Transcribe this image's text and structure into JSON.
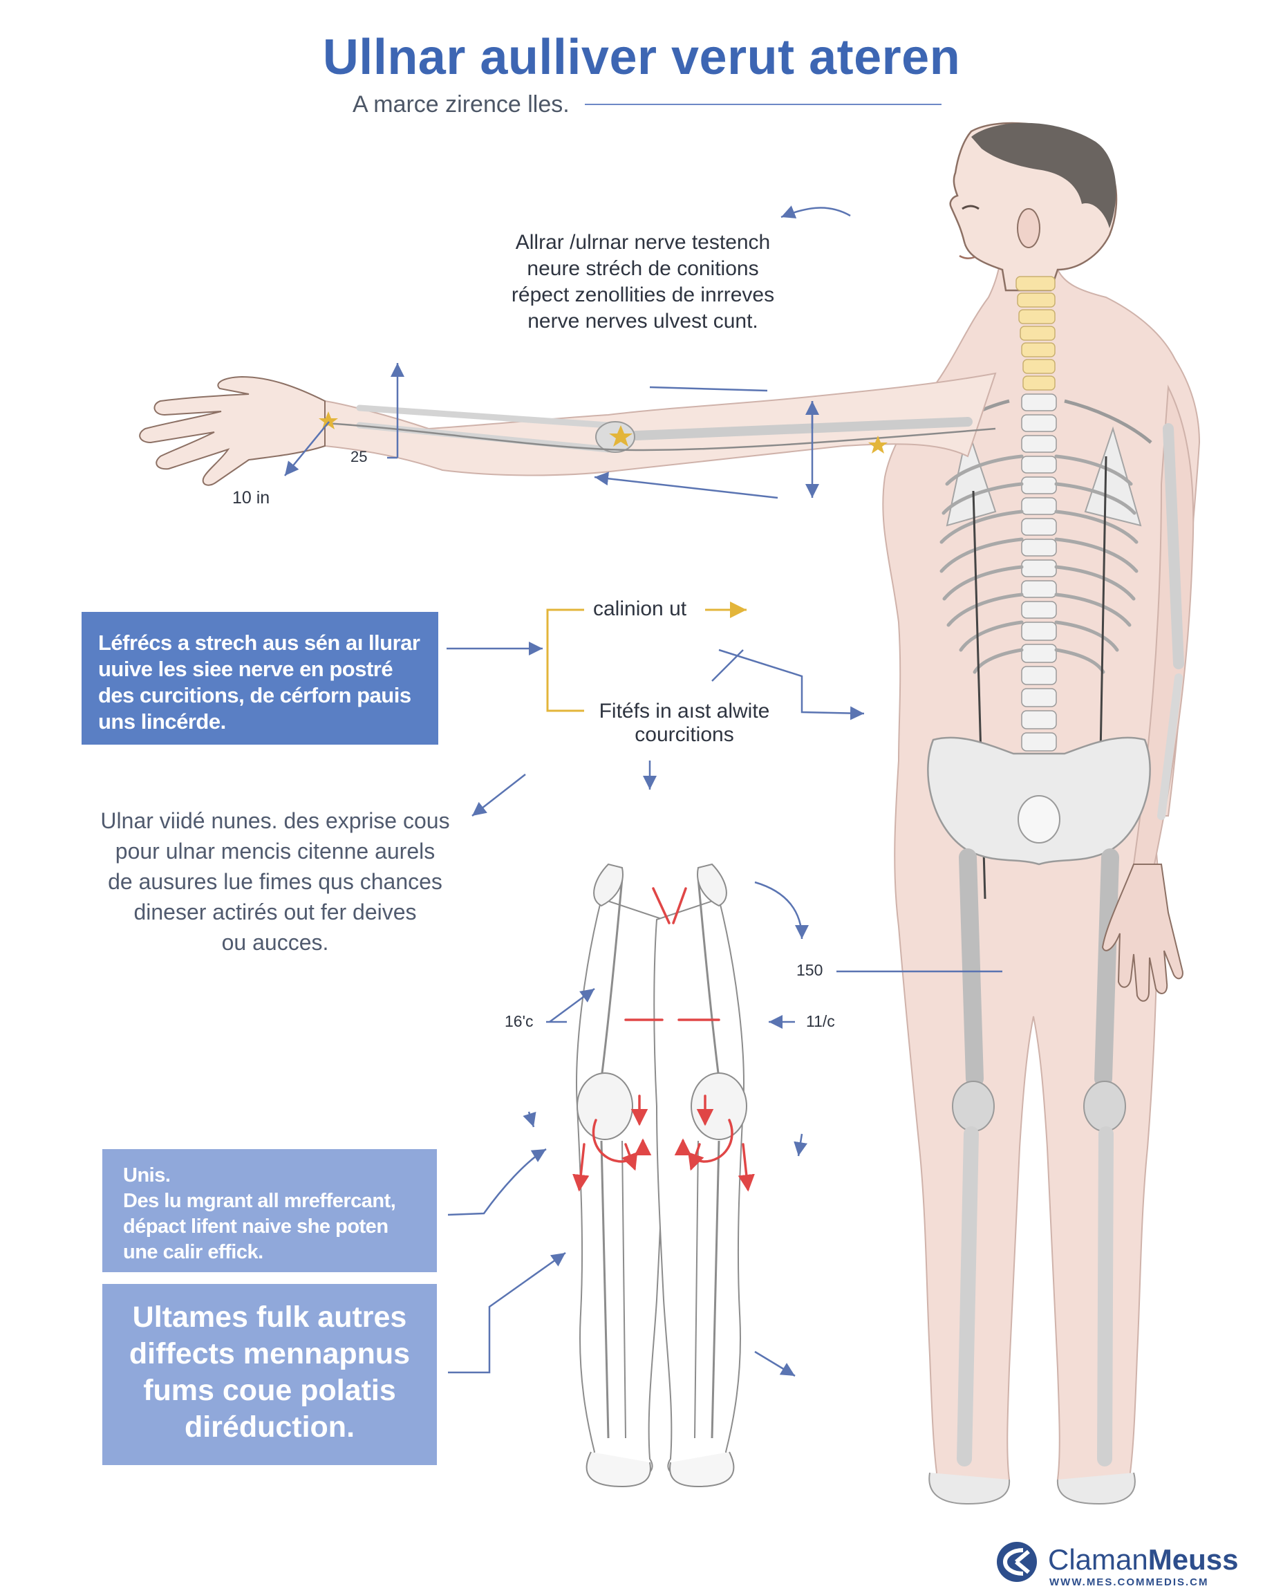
{
  "title": "Ullnar aulliver verut ateren",
  "subtitle": "A marce zirence lles.",
  "center_note": [
    "Allrar /ulrnar nerve testench",
    "neure stréch de conitions",
    "répect zenollities de inrreves",
    "nerve nerves ulvest cunt."
  ],
  "measurements": {
    "wrist": "10 in",
    "forearm": "25",
    "hip": "150",
    "left_thigh": "16'c",
    "right_thigh": "11/c"
  },
  "flow": {
    "top": "calinion ut",
    "bottom_line1": "Fitéfs in aıst alwite",
    "bottom_line2": "courcitions"
  },
  "box1_text": "Léfrécs a strech aus sén aı llurar uuive les siee nerve en postré des curcitions, de cérforn pauis uns lincérde.",
  "body_text": [
    "Ulnar viidé nunes. des exprise cous",
    "pour  ulnar  mencis citenne aurels",
    "de ausures lue fimes qus chances",
    "dineser actirés out fer deives",
    "ou aucces."
  ],
  "box2": {
    "heading": "Unis.",
    "text": "Des lu mgrant all mreffercant, dépact lifent naive she poten une calir effick."
  },
  "box3_text": "Ultames fulk autres diffects mennapnus fums coue polatis diréduction.",
  "logo": {
    "name_part1": "Claman",
    "name_part2": "Meuss",
    "url": "WWW.MES.COMMEDIS.CM",
    "icon": "logo-mark"
  },
  "colors": {
    "title": "#3d66b3",
    "box_primary": "#5a7fc4",
    "box_light": "#90a8da",
    "skin": "#f3ddd6",
    "arrow": "#5a74b2",
    "bracket": "#e3b53a",
    "stretch_arrow": "#e04646"
  }
}
